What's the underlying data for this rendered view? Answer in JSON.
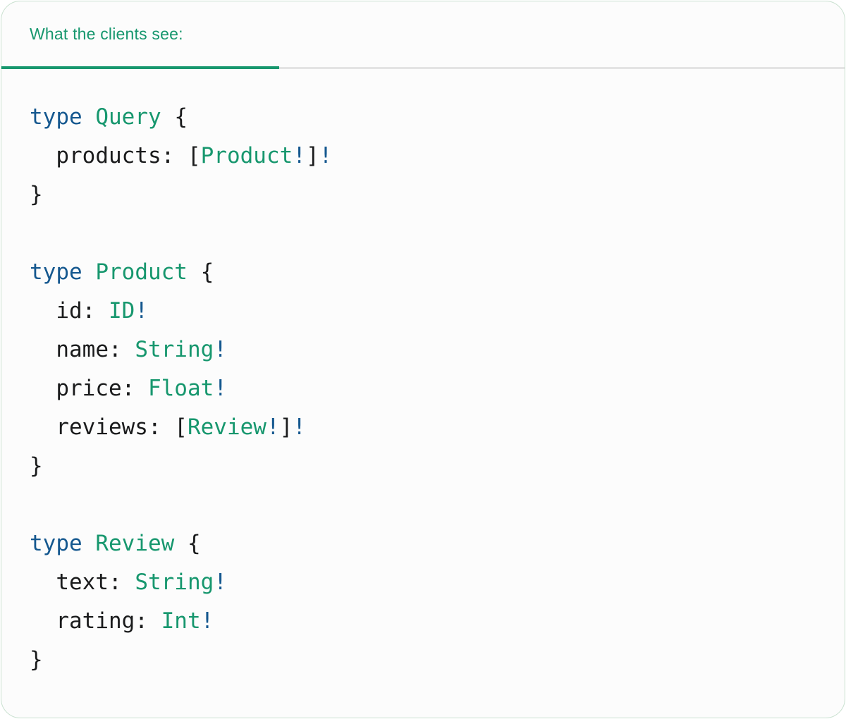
{
  "colors": {
    "accent_green": "#17976e",
    "keyword_blue": "#15588f",
    "code_black": "#1a1b1c",
    "card_bg": "#fcfcfc",
    "card_border": "#c8e0cf",
    "divider_gray": "#e4e4e4",
    "page_bg": "#ffffff"
  },
  "header": {
    "tab_label": "What the clients see:"
  },
  "code": {
    "language": "graphql",
    "lines": [
      [
        {
          "t": "type",
          "c": "kw"
        },
        {
          "t": " ",
          "c": "plain"
        },
        {
          "t": "Query",
          "c": "type"
        },
        {
          "t": " {",
          "c": "plain"
        }
      ],
      [
        {
          "t": "  products: [",
          "c": "plain"
        },
        {
          "t": "Product",
          "c": "type"
        },
        {
          "t": "!",
          "c": "kw"
        },
        {
          "t": "]",
          "c": "plain"
        },
        {
          "t": "!",
          "c": "kw"
        }
      ],
      [
        {
          "t": "}",
          "c": "plain"
        }
      ],
      [],
      [
        {
          "t": "type",
          "c": "kw"
        },
        {
          "t": " ",
          "c": "plain"
        },
        {
          "t": "Product",
          "c": "type"
        },
        {
          "t": " {",
          "c": "plain"
        }
      ],
      [
        {
          "t": "  id: ",
          "c": "plain"
        },
        {
          "t": "ID",
          "c": "type"
        },
        {
          "t": "!",
          "c": "kw"
        }
      ],
      [
        {
          "t": "  name: ",
          "c": "plain"
        },
        {
          "t": "String",
          "c": "type"
        },
        {
          "t": "!",
          "c": "kw"
        }
      ],
      [
        {
          "t": "  price: ",
          "c": "plain"
        },
        {
          "t": "Float",
          "c": "type"
        },
        {
          "t": "!",
          "c": "kw"
        }
      ],
      [
        {
          "t": "  reviews: [",
          "c": "plain"
        },
        {
          "t": "Review",
          "c": "type"
        },
        {
          "t": "!",
          "c": "kw"
        },
        {
          "t": "]",
          "c": "plain"
        },
        {
          "t": "!",
          "c": "kw"
        }
      ],
      [
        {
          "t": "}",
          "c": "plain"
        }
      ],
      [],
      [
        {
          "t": "type",
          "c": "kw"
        },
        {
          "t": " ",
          "c": "plain"
        },
        {
          "t": "Review",
          "c": "type"
        },
        {
          "t": " {",
          "c": "plain"
        }
      ],
      [
        {
          "t": "  text: ",
          "c": "plain"
        },
        {
          "t": "String",
          "c": "type"
        },
        {
          "t": "!",
          "c": "kw"
        }
      ],
      [
        {
          "t": "  rating: ",
          "c": "plain"
        },
        {
          "t": "Int",
          "c": "type"
        },
        {
          "t": "!",
          "c": "kw"
        }
      ],
      [
        {
          "t": "}",
          "c": "plain"
        }
      ]
    ]
  }
}
